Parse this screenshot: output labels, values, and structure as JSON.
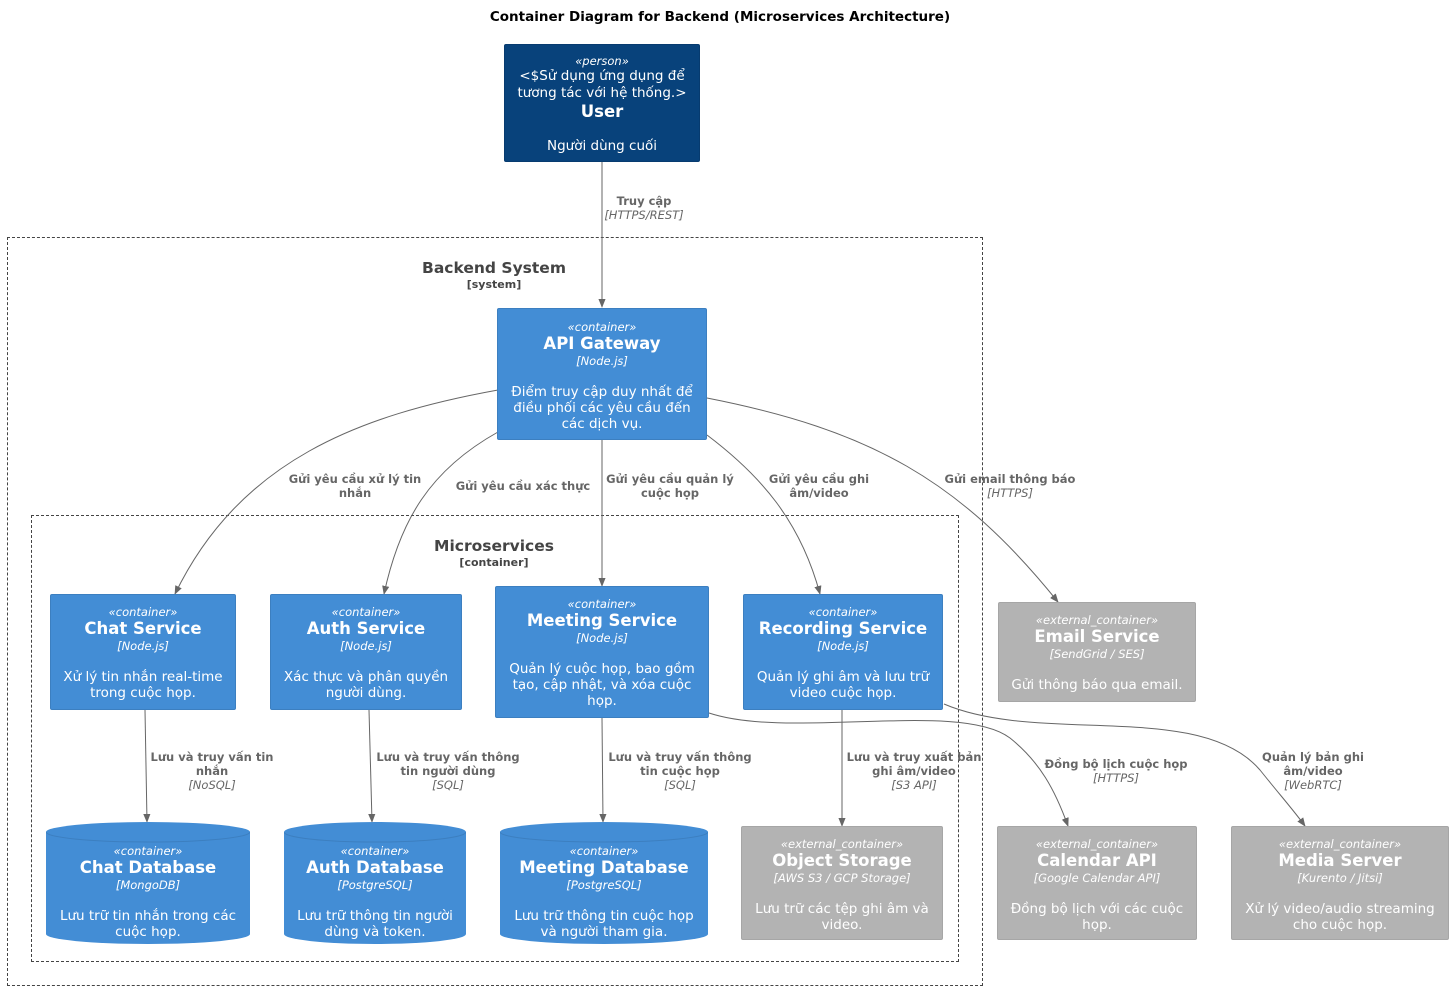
{
  "title": "Container Diagram for Backend (Microservices Architecture)",
  "boundaries": {
    "backend": {
      "title": "Backend System",
      "type": "[system]"
    },
    "micro": {
      "title": "Microservices",
      "type": "[container]"
    }
  },
  "nodes": {
    "user": {
      "stereotype": "«person»",
      "label": "<$Sử dụng ứng dụng để tương tác với hệ thống.>",
      "name": "User",
      "description": "Người dùng cuối"
    },
    "gateway": {
      "stereotype": "«container»",
      "name": "API Gateway",
      "tech": "[Node.js]",
      "description": "Điểm truy cập duy nhất để điều phối các yêu cầu đến các dịch vụ."
    },
    "chat": {
      "stereotype": "«container»",
      "name": "Chat Service",
      "tech": "[Node.js]",
      "description": "Xử lý tin nhắn real-time trong cuộc họp."
    },
    "auth": {
      "stereotype": "«container»",
      "name": "Auth Service",
      "tech": "[Node.js]",
      "description": "Xác thực và phân quyền người dùng."
    },
    "meeting": {
      "stereotype": "«container»",
      "name": "Meeting Service",
      "tech": "[Node.js]",
      "description": "Quản lý cuộc họp, bao gồm tạo, cập nhật, và xóa cuộc họp."
    },
    "recording": {
      "stereotype": "«container»",
      "name": "Recording Service",
      "tech": "[Node.js]",
      "description": "Quản lý ghi âm và lưu trữ video cuộc họp."
    },
    "email": {
      "stereotype": "«external_container»",
      "name": "Email Service",
      "tech": "[SendGrid / SES]",
      "description": "Gửi thông báo qua email."
    },
    "chatdb": {
      "stereotype": "«container»",
      "name": "Chat Database",
      "tech": "[MongoDB]",
      "description": "Lưu trữ tin nhắn trong các cuộc họp."
    },
    "authdb": {
      "stereotype": "«container»",
      "name": "Auth Database",
      "tech": "[PostgreSQL]",
      "description": "Lưu trữ thông tin người dùng và token."
    },
    "meetingdb": {
      "stereotype": "«container»",
      "name": "Meeting Database",
      "tech": "[PostgreSQL]",
      "description": "Lưu trữ thông tin cuộc họp và người tham gia."
    },
    "storage": {
      "stereotype": "«external_container»",
      "name": "Object Storage",
      "tech": "[AWS S3 / GCP Storage]",
      "description": "Lưu trữ các tệp ghi âm và video."
    },
    "calendar": {
      "stereotype": "«external_container»",
      "name": "Calendar API",
      "tech": "[Google Calendar API]",
      "description": "Đồng bộ lịch với các cuộc họp."
    },
    "media": {
      "stereotype": "«external_container»",
      "name": "Media Server",
      "tech": "[Kurento / Jitsi]",
      "description": "Xử lý video/audio streaming cho cuộc họp."
    }
  },
  "edges": {
    "user_gateway": {
      "text": "Truy cập",
      "protocol": "[HTTPS/REST]"
    },
    "gw_chat": {
      "text": "Gửi yêu cầu xử lý tin nhắn",
      "protocol": ""
    },
    "gw_auth": {
      "text": "Gửi yêu cầu xác thực",
      "protocol": ""
    },
    "gw_meeting": {
      "text": "Gửi yêu cầu quản lý cuộc họp",
      "protocol": ""
    },
    "gw_recording": {
      "text": "Gửi yêu cầu ghi âm/video",
      "protocol": ""
    },
    "gw_email": {
      "text": "Gửi email thông báo",
      "protocol": "[HTTPS]"
    },
    "chat_db": {
      "text": "Lưu và truy vấn tin nhắn",
      "protocol": "[NoSQL]"
    },
    "auth_db": {
      "text": "Lưu và truy vấn thông tin người dùng",
      "protocol": "[SQL]"
    },
    "meeting_db": {
      "text": "Lưu và truy vấn thông tin cuộc họp",
      "protocol": "[SQL]"
    },
    "rec_storage": {
      "text": "Lưu và truy xuất bản ghi âm/video",
      "protocol": "[S3 API]"
    },
    "meeting_calendar": {
      "text": "Đồng bộ lịch cuộc họp",
      "protocol": "[HTTPS]"
    },
    "rec_media": {
      "text": "Quản lý bản ghi âm/video",
      "protocol": "[WebRTC]"
    }
  },
  "colors": {
    "person": "#08427b",
    "container": "#438dd5",
    "external_container": "#b3b3b3",
    "edge": "#666666",
    "boundary": "#444444"
  }
}
